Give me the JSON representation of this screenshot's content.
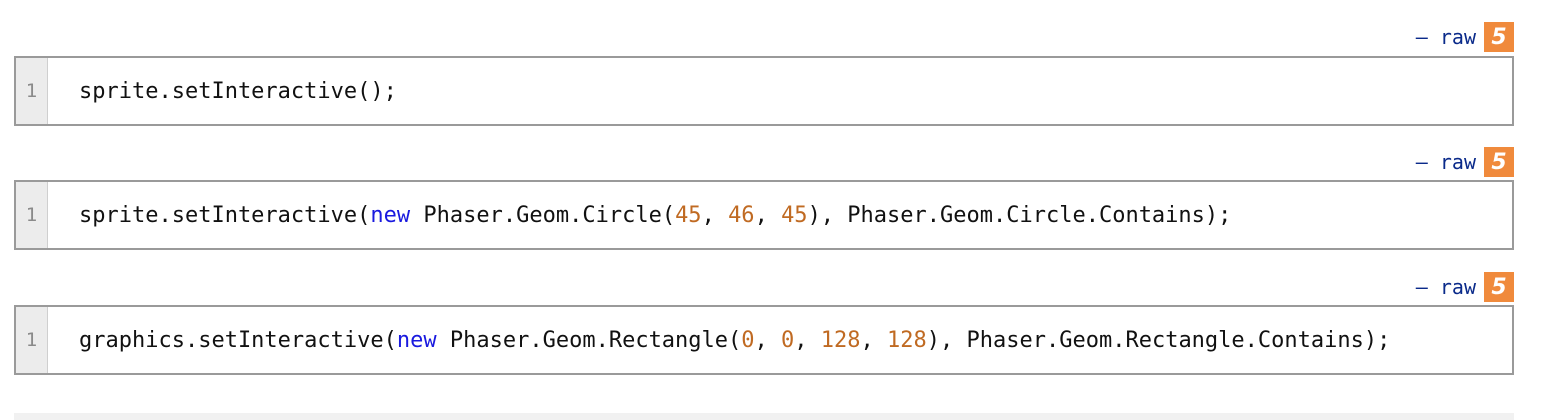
{
  "snippets": [
    {
      "raw_label": "– raw",
      "icon": "s-badge-icon",
      "icon_glyph": "5",
      "line_number": "1",
      "tokens": [
        {
          "t": "sprite.setInteractive();",
          "c": "plain"
        }
      ]
    },
    {
      "raw_label": "– raw",
      "icon": "s-badge-icon",
      "icon_glyph": "5",
      "line_number": "1",
      "tokens": [
        {
          "t": "sprite.setInteractive(",
          "c": "plain"
        },
        {
          "t": "new",
          "c": "kw"
        },
        {
          "t": " Phaser.Geom.Circle(",
          "c": "plain"
        },
        {
          "t": "45",
          "c": "num"
        },
        {
          "t": ", ",
          "c": "plain"
        },
        {
          "t": "46",
          "c": "num"
        },
        {
          "t": ", ",
          "c": "plain"
        },
        {
          "t": "45",
          "c": "num"
        },
        {
          "t": "), Phaser.Geom.Circle.Contains);",
          "c": "plain"
        }
      ]
    },
    {
      "raw_label": "– raw",
      "icon": "s-badge-icon",
      "icon_glyph": "5",
      "line_number": "1",
      "tokens": [
        {
          "t": "graphics.setInteractive(",
          "c": "plain"
        },
        {
          "t": "new",
          "c": "kw"
        },
        {
          "t": " Phaser.Geom.Rectangle(",
          "c": "plain"
        },
        {
          "t": "0",
          "c": "num"
        },
        {
          "t": ", ",
          "c": "plain"
        },
        {
          "t": "0",
          "c": "num"
        },
        {
          "t": ", ",
          "c": "plain"
        },
        {
          "t": "128",
          "c": "num"
        },
        {
          "t": ", ",
          "c": "plain"
        },
        {
          "t": "128",
          "c": "num"
        },
        {
          "t": "), Phaser.Geom.Rectangle.Contains);",
          "c": "plain"
        }
      ]
    }
  ],
  "colors": {
    "keyword": "#1a1adf",
    "number": "#c06a22",
    "raw_link": "#0a2a8a",
    "badge": "#f08a3c"
  }
}
